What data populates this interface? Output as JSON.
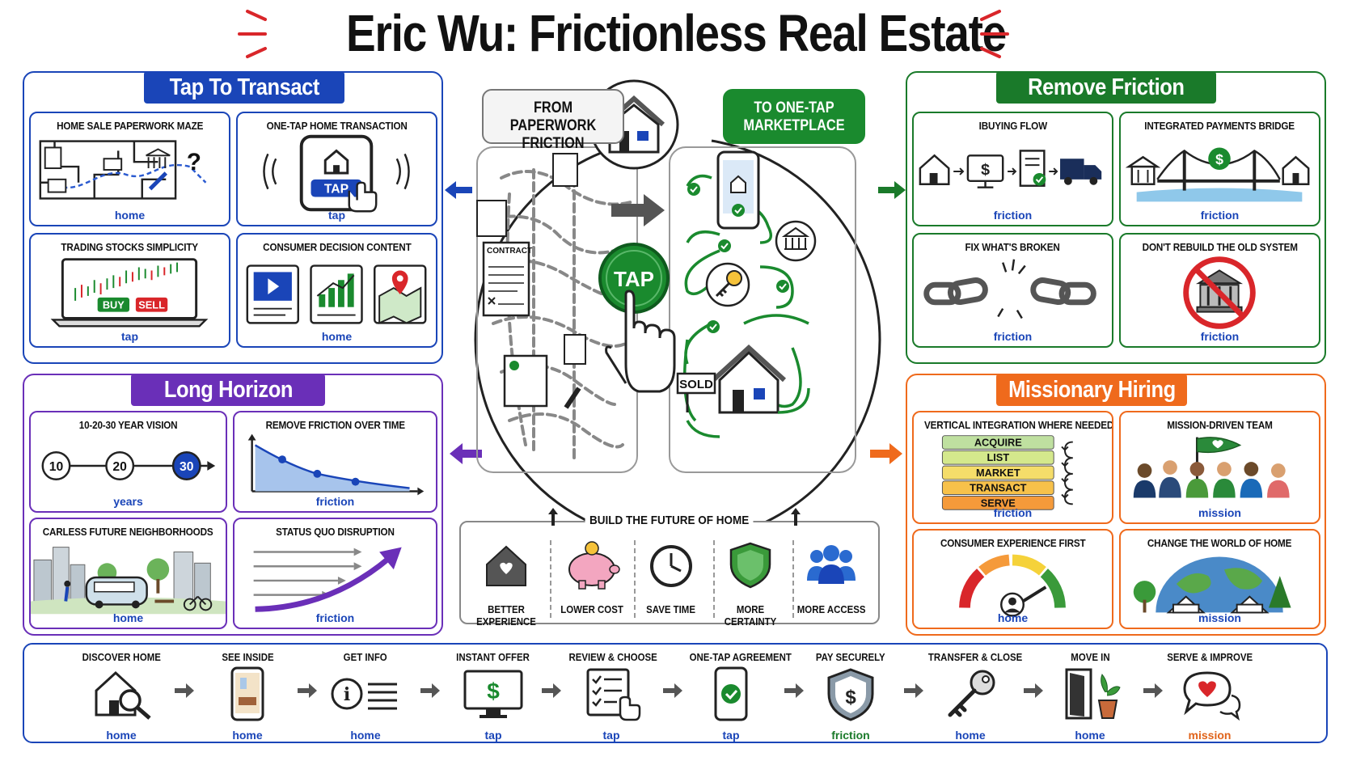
{
  "title": "Eric Wu: Frictionless Real Estate",
  "colors": {
    "blue": "#1a45b8",
    "green": "#1a7a2a",
    "purple": "#6a2fb8",
    "orange": "#ef6a1c",
    "red": "#d9262a"
  },
  "sections": {
    "tap_to_transact": {
      "title": "Tap To Transact",
      "cards": [
        {
          "title": "HOME SALE PAPERWORK MAZE",
          "tag": "home",
          "icon": "paperwork-maze-icon"
        },
        {
          "title": "ONE-TAP HOME TRANSACTION",
          "tag": "tap",
          "icon": "phone-tap-icon",
          "button": "TAP"
        },
        {
          "title": "TRADING STOCKS SIMPLICITY",
          "tag": "tap",
          "icon": "stock-laptop-icon",
          "buy": "BUY",
          "sell": "SELL"
        },
        {
          "title": "CONSUMER DECISION CONTENT",
          "tag": "home",
          "icon": "content-tiles-icon"
        }
      ]
    },
    "remove_friction": {
      "title": "Remove Friction",
      "cards": [
        {
          "title": "IBUYING FLOW",
          "tag": "friction",
          "icon": "ibuying-flow-icon"
        },
        {
          "title": "INTEGRATED PAYMENTS BRIDGE",
          "tag": "friction",
          "icon": "payments-bridge-icon"
        },
        {
          "title": "FIX WHAT'S BROKEN",
          "tag": "friction",
          "icon": "broken-chain-icon"
        },
        {
          "title": "DON'T REBUILD THE OLD SYSTEM",
          "tag": "friction",
          "icon": "no-old-bank-icon"
        }
      ]
    },
    "long_horizon": {
      "title": "Long Horizon",
      "cards": [
        {
          "title": "10-20-30 YEAR VISION",
          "tag": "years",
          "icon": "timeline-icon",
          "milestones": [
            "10",
            "20",
            "30"
          ]
        },
        {
          "title": "REMOVE FRICTION OVER TIME",
          "tag": "friction",
          "icon": "declining-curve-icon"
        },
        {
          "title": "CARLESS FUTURE NEIGHBORHOODS",
          "tag": "home",
          "icon": "city-shuttle-icon"
        },
        {
          "title": "STATUS QUO DISRUPTION",
          "tag": "friction",
          "icon": "disruption-arrow-icon"
        }
      ]
    },
    "missionary_hiring": {
      "title": "Missionary Hiring",
      "cards": [
        {
          "title": "VERTICAL INTEGRATION WHERE NEEDED",
          "tag": "friction",
          "icon": "stack-layers-icon",
          "layers": [
            "ACQUIRE",
            "LIST",
            "MARKET",
            "TRANSACT",
            "SERVE"
          ]
        },
        {
          "title": "MISSION-DRIVEN TEAM",
          "tag": "mission",
          "icon": "team-flag-icon"
        },
        {
          "title": "CONSUMER EXPERIENCE FIRST",
          "tag": "home",
          "icon": "gauge-icon"
        },
        {
          "title": "CHANGE THE WORLD OF HOME",
          "tag": "mission",
          "icon": "globe-homes-icon"
        }
      ]
    }
  },
  "center": {
    "left_label": "FROM PAPERWORK FRICTION",
    "right_label": "TO ONE-TAP MARKETPLACE",
    "tap_button": "TAP",
    "contract_label": "CONTRACT",
    "sold_sign": "SOLD"
  },
  "benefits": {
    "title": "BUILD THE FUTURE OF HOME",
    "items": [
      {
        "label": "BETTER EXPERIENCE",
        "icon": "house-heart-icon"
      },
      {
        "label": "LOWER COST",
        "icon": "piggy-bank-icon"
      },
      {
        "label": "SAVE TIME",
        "icon": "clock-icon"
      },
      {
        "label": "MORE CERTAINTY",
        "icon": "shield-check-icon"
      },
      {
        "label": "MORE ACCESS",
        "icon": "people-icon"
      }
    ]
  },
  "journey": [
    {
      "title": "DISCOVER HOME",
      "tag": "home",
      "tag_color": "blue",
      "icon": "house-search-icon"
    },
    {
      "title": "SEE INSIDE",
      "tag": "home",
      "tag_color": "blue",
      "icon": "phone-interior-icon"
    },
    {
      "title": "GET INFO",
      "tag": "home",
      "tag_color": "blue",
      "icon": "info-icon"
    },
    {
      "title": "INSTANT OFFER",
      "tag": "tap",
      "tag_color": "blue",
      "icon": "monitor-dollar-icon"
    },
    {
      "title": "REVIEW & CHOOSE",
      "tag": "tap",
      "tag_color": "blue",
      "icon": "checklist-icon"
    },
    {
      "title": "ONE-TAP AGREEMENT",
      "tag": "tap",
      "tag_color": "blue",
      "icon": "phone-check-icon"
    },
    {
      "title": "PAY SECURELY",
      "tag": "friction",
      "tag_color": "green",
      "icon": "shield-dollar-icon"
    },
    {
      "title": "TRANSFER & CLOSE",
      "tag": "home",
      "tag_color": "blue",
      "icon": "key-icon"
    },
    {
      "title": "MOVE IN",
      "tag": "home",
      "tag_color": "blue",
      "icon": "door-plant-icon"
    },
    {
      "title": "SERVE & IMPROVE",
      "tag": "mission",
      "tag_color": "orange",
      "icon": "chat-heart-icon"
    }
  ]
}
